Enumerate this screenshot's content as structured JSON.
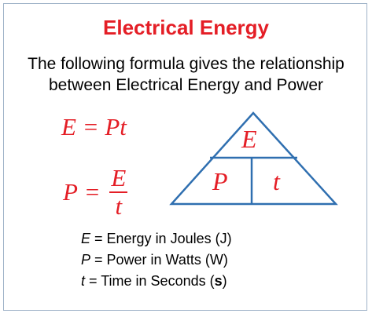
{
  "title": "Electrical Energy",
  "intro": {
    "line1": "The following formula gives the relationship",
    "line2": "between Electrical Energy and Power"
  },
  "formulas": {
    "energy": {
      "lhs": "E",
      "eq": " = ",
      "rhs": "Pt"
    },
    "power": {
      "lhs": "P",
      "eq": " = ",
      "numerator": "E",
      "denominator": "t"
    }
  },
  "triangle": {
    "top": "E",
    "bottom_left": "P",
    "bottom_right": "t"
  },
  "legend": [
    {
      "symbol": "E",
      "text": " = Energy in Joules (J)"
    },
    {
      "symbol": "P",
      "text": " = Power in Watts (W)"
    },
    {
      "symbol": "t",
      "text": " = Time in Seconds (",
      "unit": "s",
      "close": ")"
    }
  ],
  "colors": {
    "accent": "#e41e26",
    "triangle_stroke": "#2f6fb0",
    "frame": "#9fb3c8"
  }
}
